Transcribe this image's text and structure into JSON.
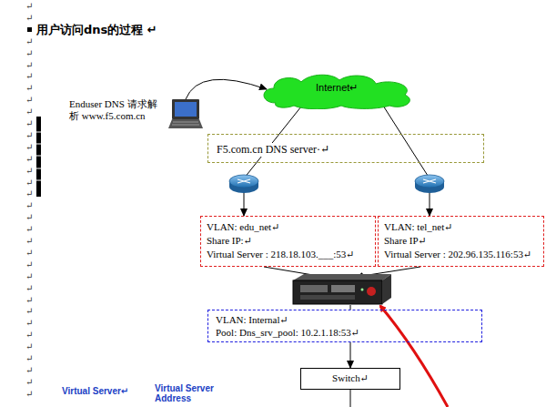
{
  "diagram": {
    "title": "用户访问dns的过程 ↵",
    "nodes": [
      {
        "text": [
          "Enduser DNS 请求解析 www.f5.com.cn"
        ]
      },
      {
        "text": [
          "Internet↵"
        ]
      },
      {
        "text": [
          "F5.com.cn DNS server·↵"
        ]
      },
      {
        "text": [
          "VLAN: edu_net↵",
          "Share IP:↵",
          "Virtual Server : 218.18.103.___:53↵"
        ]
      },
      {
        "text": [
          "VLAN: tel_net↵",
          "Share IP↵",
          "Virtual Server : 202.96.135.116:53↵"
        ]
      },
      {
        "text": [
          "VLAN: Internal↵",
          "Pool: Dns_srv_pool: 10.2.1.18:53↵"
        ]
      },
      {
        "text": [
          "Switch↵"
        ]
      }
    ],
    "edges": [
      {
        "from": 0,
        "to": 1,
        "arrow": "to"
      },
      {
        "from": 1,
        "to": 3,
        "arrow": "to"
      },
      {
        "from": 1,
        "to": 4,
        "arrow": "to"
      },
      {
        "from": 5,
        "to": 6,
        "arrow": "to"
      }
    ],
    "labels": [
      "↵",
      "↵",
      "↵",
      "↵",
      "↵",
      "↵",
      "↵",
      "↵",
      "↵",
      "↵",
      "↵",
      "↵",
      "↵",
      "↵",
      "↵",
      "↵",
      "↵",
      "↵",
      "↵",
      "↵",
      "↵",
      "↵",
      "↵",
      "↵",
      "↵",
      "↵",
      "↵",
      "↵",
      "↵",
      "↵",
      "↵",
      "↵",
      "↵",
      "Virtual Server↵",
      "Virtual Server Address"
    ]
  }
}
